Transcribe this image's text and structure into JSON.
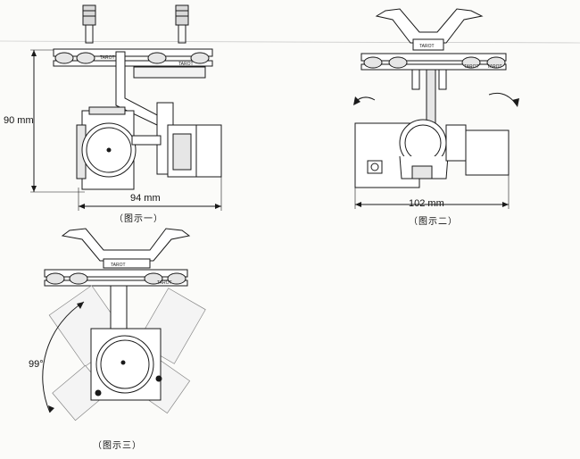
{
  "figure1": {
    "height_dim": "90 mm",
    "width_dim": "94 mm",
    "caption": "（图示一）",
    "brand_marks": [
      "TAROT",
      "TAROT"
    ]
  },
  "figure2": {
    "width_dim": "102 mm",
    "caption": "（图示二）",
    "brand_marks": [
      "TAROT",
      "TAROT",
      "TAROT"
    ]
  },
  "figure3": {
    "angle_dim": "99°",
    "caption": "（图示三）",
    "brand_marks": [
      "TAROT",
      "TAROT"
    ]
  },
  "colors": {
    "ink": "#1a1a1a",
    "paper": "#fbfbf9",
    "shade": "#d9d9d9"
  }
}
